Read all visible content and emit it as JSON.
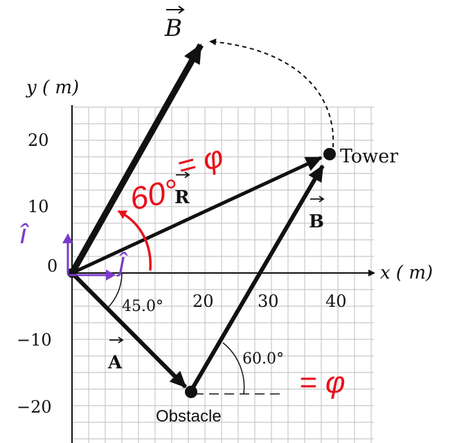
{
  "axes": {
    "y_label": "y ( m)",
    "x_label": "x ( m)",
    "x_ticks": [
      "20",
      "30",
      "40"
    ],
    "y_ticks": [
      "20",
      "10",
      "0",
      "−10",
      "−20"
    ]
  },
  "points": {
    "tower_label": "Tower",
    "obstacle_label": "Obstacle"
  },
  "vectors": {
    "a_label": "A",
    "b_label": "B",
    "r_label": "R",
    "b_top_label": "B"
  },
  "angles": {
    "angle_a": "45.0°",
    "angle_b": "60.0°"
  },
  "annotations": {
    "red_sixty": "60°",
    "red_eq_phi_top": "= φ",
    "red_eq_phi_bottom": "= φ",
    "purple_i": "î",
    "purple_j": "ĵ"
  },
  "colors": {
    "annotation_red": "#e8101a",
    "annotation_purple": "#7a3cc8",
    "grid": "#c8c8c8",
    "ink": "#111111"
  }
}
